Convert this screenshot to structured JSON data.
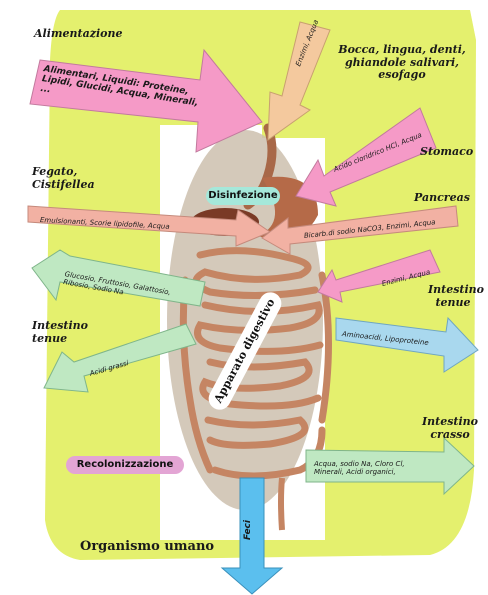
{
  "colors": {
    "background_leaf": "#e4f06e",
    "body_white": "#ffffff",
    "gut_core": "#cdbfae",
    "pink_arrow": "#f59ac7",
    "salmon_arrow": "#f2b1a3",
    "peach_arrow": "#f4c99e",
    "green_arrow": "#bfe8c2",
    "blue_arrow": "#a9d8ee",
    "feci_arrow": "#5bbfee",
    "cyan_pill": "#a5e8da"
  },
  "labels": {
    "alimentazione": "Alimentazione",
    "bocca": "Bocca, lingua, denti, ghiandole salivari, esofago",
    "stomaco": "Stomaco",
    "fegato": "Fegato, Cistifellea",
    "pancreas": "Pancreas",
    "intestino_tenue_right": "Intestino tenue",
    "intestino_tenue_left": "Intestino tenue",
    "intestino_crasso": "Intestino crasso",
    "organismo": "Organismo umano"
  },
  "arrows": {
    "alimentari": "Alimentari, Liquidi: Proteine, Lipidi, Glucidi, Acqua, Minerali, ...",
    "enzimi_acqua_top": "Enzimi, Acqua",
    "acido_cloridrico": "Acido cloridrico HCl, Acqua",
    "emulsionanti": "Emulsionanti, Scorie lipidofile, Acqua",
    "bicarbonato": "Bicarb.di sodio NaCO3, Enzimi, Acqua",
    "enzimi_acqua": "Enzimi, Acqua",
    "glucosio": "Glucosio, Fruttosio, Galattosio, Ribosio, Sodio Na",
    "aminoacidi": "Aminoacidi, Lipoproteine",
    "acidi_grassi": "Acidi grassi",
    "acqua_sodio": "Acqua, sodio Na, Cloro Cl, Minerali, Acidi organici,",
    "feci": "Feci"
  },
  "pills": {
    "disinfezione": "Disinfezione",
    "apparato": "Apparato digestivo",
    "recolonizzazione": "Recolonizzazione"
  }
}
